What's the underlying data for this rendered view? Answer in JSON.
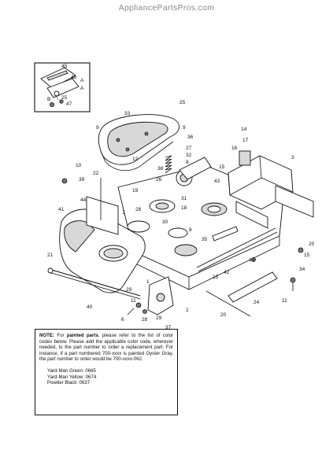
{
  "header": {
    "site": "AppliancePartsPros.com"
  },
  "callouts": [
    {
      "id": "c45",
      "text": "45"
    },
    {
      "id": "c46",
      "text": "46"
    },
    {
      "id": "cA1",
      "text": "A"
    },
    {
      "id": "cB",
      "text": "B"
    },
    {
      "id": "c25a",
      "text": "25"
    },
    {
      "id": "c47",
      "text": "47"
    },
    {
      "id": "cA2",
      "text": "A"
    },
    {
      "id": "c33",
      "text": "33"
    },
    {
      "id": "c25b",
      "text": "25"
    },
    {
      "id": "c9a",
      "text": "9"
    },
    {
      "id": "c9b",
      "text": "9"
    },
    {
      "id": "c36",
      "text": "36"
    },
    {
      "id": "c27",
      "text": "27"
    },
    {
      "id": "c32",
      "text": "32"
    },
    {
      "id": "c8",
      "text": "8"
    },
    {
      "id": "c12",
      "text": "12"
    },
    {
      "id": "c38",
      "text": "38"
    },
    {
      "id": "c26",
      "text": "26"
    },
    {
      "id": "c14",
      "text": "14"
    },
    {
      "id": "c17",
      "text": "17"
    },
    {
      "id": "c16",
      "text": "16"
    },
    {
      "id": "c3",
      "text": "3"
    },
    {
      "id": "c10",
      "text": "10"
    },
    {
      "id": "c22",
      "text": "22"
    },
    {
      "id": "c39",
      "text": "39"
    },
    {
      "id": "c15a",
      "text": "15"
    },
    {
      "id": "c43",
      "text": "43"
    },
    {
      "id": "c44",
      "text": "44"
    },
    {
      "id": "c19",
      "text": "19"
    },
    {
      "id": "c28a",
      "text": "28"
    },
    {
      "id": "c31",
      "text": "31"
    },
    {
      "id": "c18",
      "text": "18"
    },
    {
      "id": "c41",
      "text": "41"
    },
    {
      "id": "c30",
      "text": "30"
    },
    {
      "id": "c8b",
      "text": "8"
    },
    {
      "id": "c35",
      "text": "35"
    },
    {
      "id": "c20a",
      "text": "20"
    },
    {
      "id": "c15b",
      "text": "15"
    },
    {
      "id": "c21",
      "text": "21"
    },
    {
      "id": "c13",
      "text": "13"
    },
    {
      "id": "c42",
      "text": "42"
    },
    {
      "id": "c34",
      "text": "34"
    },
    {
      "id": "c29a",
      "text": "29"
    },
    {
      "id": "c1",
      "text": "1"
    },
    {
      "id": "c40",
      "text": "40"
    },
    {
      "id": "c15c",
      "text": "15"
    },
    {
      "id": "c2",
      "text": "2"
    },
    {
      "id": "c24",
      "text": "24"
    },
    {
      "id": "c11a",
      "text": "11"
    },
    {
      "id": "c11b",
      "text": "11"
    },
    {
      "id": "c6",
      "text": "6"
    },
    {
      "id": "c28b",
      "text": "28"
    },
    {
      "id": "c29b",
      "text": "29"
    },
    {
      "id": "c20b",
      "text": "20"
    },
    {
      "id": "c37",
      "text": "37"
    }
  ],
  "note": {
    "label": "NOTE:",
    "lead": " For ",
    "strong_text": "painted parts",
    "body": ", please refer to the list of color codes below. Please add the applicable color code, wherever needed, to the part number to order a replacement part. For instance, if a part numbered 700-xxxx is painted Oyster Gray, the part number to order would be 700-xxxx-062.",
    "colors": [
      "Yard-Man Green: 0665",
      "Yard-Man Yellow: 0674",
      "Powder Black: 0637"
    ]
  }
}
